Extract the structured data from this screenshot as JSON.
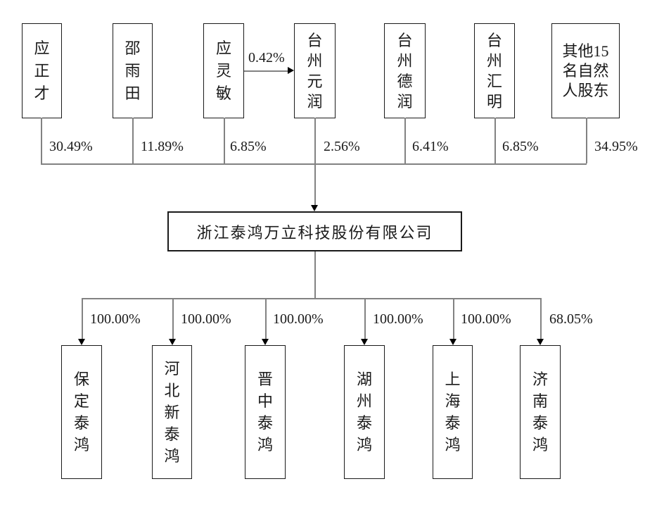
{
  "diagram": {
    "title": "equity-structure-chart",
    "company": {
      "name": "浙江泰鸿万立科技股份有限公司"
    },
    "shareholders": [
      {
        "label": "应正才",
        "pct": "30.49%"
      },
      {
        "label": "邵雨田",
        "pct": "11.89%"
      },
      {
        "label": "应灵敏",
        "pct": "6.85%"
      },
      {
        "label": "台州元润",
        "pct": "2.56%"
      },
      {
        "label": "台州德润",
        "pct": "6.41%"
      },
      {
        "label": "台州汇明",
        "pct": "6.85%"
      },
      {
        "label": "其他15\n名自然\n人股东",
        "pct": "34.95%"
      }
    ],
    "cross_arrow": {
      "from": "应灵敏",
      "to": "台州元润",
      "label": "0.42%"
    },
    "subsidiaries": [
      {
        "label": "保定泰鸿",
        "pct": "100.00%"
      },
      {
        "label": "河北新泰鸿",
        "pct": "100.00%"
      },
      {
        "label": "晋中泰鸿",
        "pct": "100.00%"
      },
      {
        "label": "湖州泰鸿",
        "pct": "100.00%"
      },
      {
        "label": "上海泰鸿",
        "pct": "100.00%"
      },
      {
        "label": "济南泰鸿",
        "pct": "68.05%"
      }
    ],
    "colors": {
      "line": "#828282",
      "border": "#1a1a1a",
      "arrow": "#000000"
    }
  }
}
